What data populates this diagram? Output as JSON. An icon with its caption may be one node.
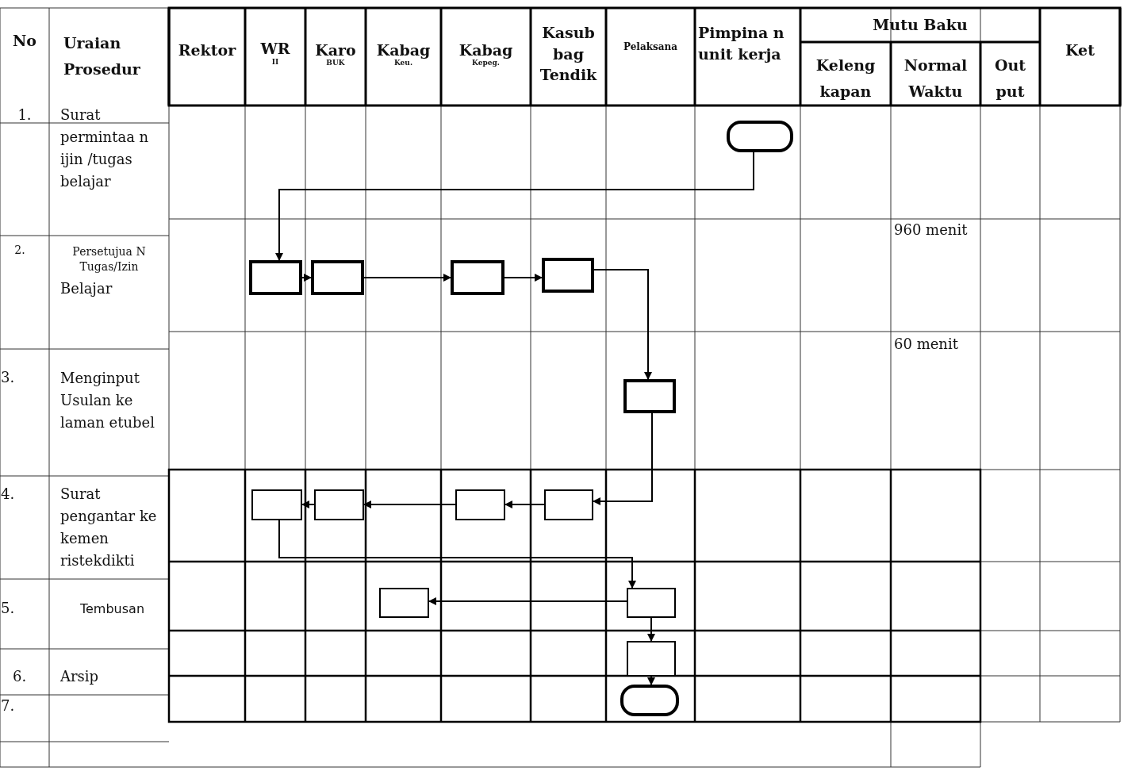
{
  "diagram": {
    "nodes": [
      {
        "text": [],
        "shape": "terminator"
      },
      {
        "text": [],
        "shape": "box"
      },
      {
        "text": [],
        "shape": "box"
      },
      {
        "text": [],
        "shape": "box"
      },
      {
        "text": [],
        "shape": "box"
      },
      {
        "text": [],
        "shape": "box"
      },
      {
        "text": [],
        "shape": "box"
      },
      {
        "text": [],
        "shape": "box"
      },
      {
        "text": [],
        "shape": "box"
      },
      {
        "text": [],
        "shape": "box"
      },
      {
        "text": [],
        "shape": "box"
      },
      {
        "text": [],
        "shape": "box"
      },
      {
        "text": [],
        "shape": "box"
      },
      {
        "text": [],
        "shape": "terminator"
      }
    ],
    "edges": [
      {
        "from": 0,
        "to": 1,
        "arrow": "to"
      },
      {
        "from": 1,
        "to": 2,
        "arrow": "to"
      },
      {
        "from": 2,
        "to": 3,
        "arrow": "to"
      },
      {
        "from": 3,
        "to": 4,
        "arrow": "to"
      },
      {
        "from": 4,
        "to": 5,
        "arrow": "to"
      },
      {
        "from": 5,
        "to": 9,
        "arrow": "to"
      },
      {
        "from": 9,
        "to": 8,
        "arrow": "to"
      },
      {
        "from": 8,
        "to": 7,
        "arrow": "to"
      },
      {
        "from": 7,
        "to": 6,
        "arrow": "to"
      },
      {
        "from": 6,
        "to": 11,
        "arrow": "to"
      },
      {
        "from": 11,
        "to": 10,
        "arrow": "to"
      },
      {
        "from": 11,
        "to": 12,
        "arrow": "to"
      },
      {
        "from": 12,
        "to": 13,
        "arrow": "to"
      }
    ],
    "labels": [
      "No",
      "Uraian Prosedur",
      "Rektor",
      "WR",
      "II",
      "Karo",
      "BUK",
      "Kabag",
      "Keu.",
      "Kabag",
      "Kepeg.",
      "Kasub bag Tendik",
      "Pelaksana",
      "Pimpina n unit kerja",
      "Mutu Baku",
      "Keleng kapan",
      "Normal Waktu",
      "Out put",
      "Ket",
      "1.",
      "Surat permintaa n ijin /tugas belajar",
      "2.",
      "Persetujua N Tugas/Izin",
      "Belajar",
      "960 menit",
      "3.",
      "Menginput Usulan ke laman etubel",
      "60 menit",
      "4.",
      "Surat pengantar ke kemen ristekdikti",
      "5.",
      "Tembusan",
      "6.",
      "Arsip",
      "7."
    ]
  }
}
